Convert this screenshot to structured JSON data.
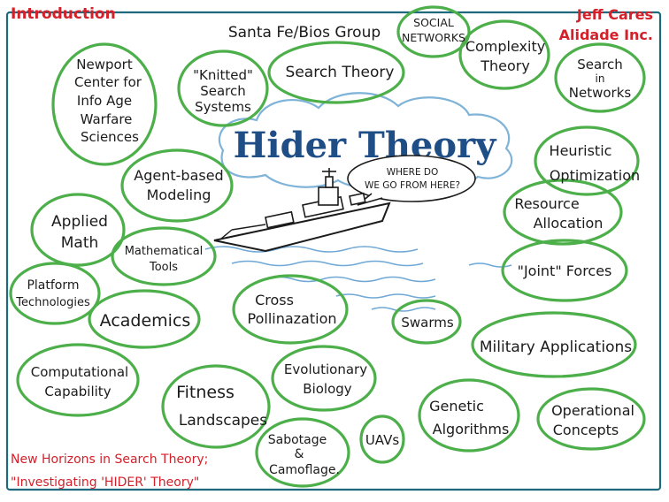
{
  "header": {
    "section": "Introduction",
    "author_line1": "Jeff Cares",
    "author_line2": "Alidade Inc."
  },
  "title": "Hider Theory",
  "speech_bubble": {
    "line1": "WHERE DO",
    "line2": "WE GO FROM HERE?"
  },
  "topics": {
    "santa_fe": [
      "Santa Fe/Bios Group"
    ],
    "social_networks": [
      "SOCIAL",
      "NETWORKS"
    ],
    "complexity_theory": [
      "Complexity",
      "Theory"
    ],
    "search_in_networks": [
      "Search",
      "in",
      "Networks"
    ],
    "newport_center": [
      "Newport",
      "Center for",
      "Info Age",
      "Warfare",
      "Sciences"
    ],
    "knitted_search": [
      "\"Knitted\"",
      "Search",
      "Systems"
    ],
    "search_theory": [
      "Search Theory"
    ],
    "heuristic_optimization": [
      "Heuristic",
      "Optimization"
    ],
    "agent_based": [
      "Agent-based",
      "Modeling"
    ],
    "resource_allocation": [
      "Resource",
      "Allocation"
    ],
    "applied_math": [
      "Applied",
      "Math"
    ],
    "mathematical_tools": [
      "Mathematical",
      "Tools"
    ],
    "joint_forces": [
      "\"Joint\" Forces"
    ],
    "platform_tech": [
      "Platform",
      "Technologies"
    ],
    "cross_pollination": [
      "Cross",
      "Pollinazation"
    ],
    "academics": [
      "Academics"
    ],
    "swarms": [
      "Swarms"
    ],
    "military_apps": [
      "Military Applications"
    ],
    "computational": [
      "Computational",
      "Capability"
    ],
    "evolutionary": [
      "Evolutionary",
      "Biology"
    ],
    "fitness": [
      "Fitness",
      "Landscapes"
    ],
    "genetic": [
      "Genetic",
      "Algorithms"
    ],
    "operational": [
      "Operational",
      "Concepts"
    ],
    "sabotage": [
      "Sabotage",
      "&",
      "Camoflage."
    ],
    "uavs": [
      "UAVs"
    ]
  },
  "footer": {
    "line1": "New Horizons in Search Theory;",
    "line2": "\"Investigating 'HIDER' Theory\""
  },
  "colors": {
    "ink": "#1b1b1b",
    "red": "#d4202a",
    "green": "#4caf4a",
    "title_blue": "#1f4e86",
    "frame": "#1e6a7c",
    "cloud": "#7fb3d8",
    "water": "#6fa8d6"
  }
}
